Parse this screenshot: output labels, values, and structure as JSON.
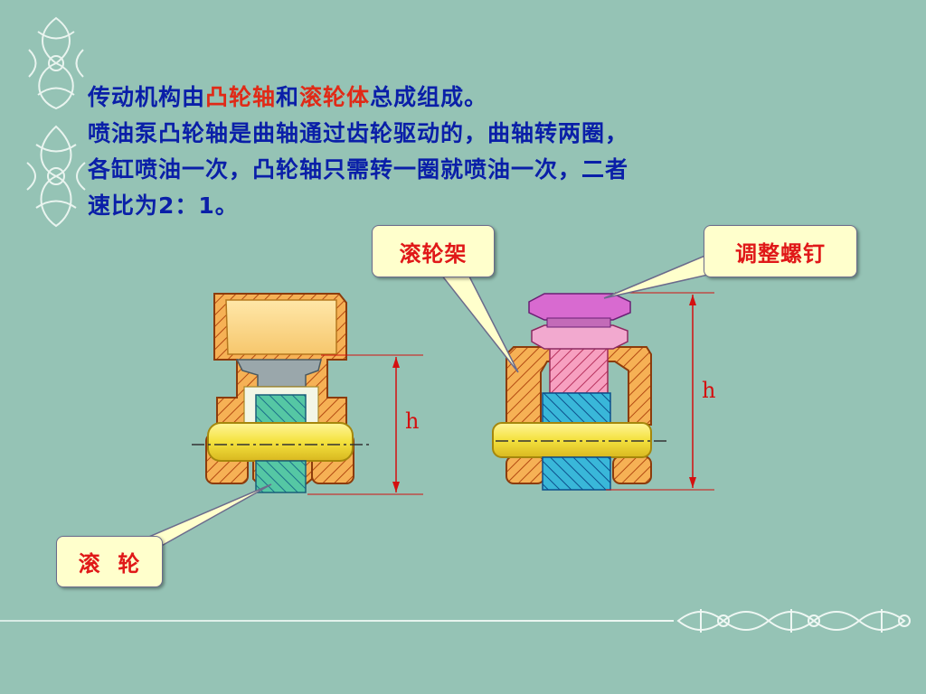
{
  "text": {
    "line1_a": "传动机构由",
    "line1_hl1": "凸轮轴",
    "line1_b": "和",
    "line1_hl2": "滚轮体",
    "line1_c": "总成组成。",
    "line2": "喷油泵凸轮轴是曲轴通过齿轮驱动的，曲轴转两圈，",
    "line3": "各缸喷油一次，凸轮轴只需转一圈就喷油一次，二者",
    "line4": "速比为2：1。"
  },
  "callouts": {
    "roller_frame": "滚轮架",
    "adjust_screw": "调整螺钉",
    "roller": "滚  轮"
  },
  "dimensions": {
    "left_h": "h",
    "right_h": "h"
  },
  "colors": {
    "background": "#95c3b5",
    "body_text": "#0a1fa8",
    "highlight": "#e02a17",
    "callout_bg": "#ffffcc",
    "dimension": "#d41010"
  }
}
